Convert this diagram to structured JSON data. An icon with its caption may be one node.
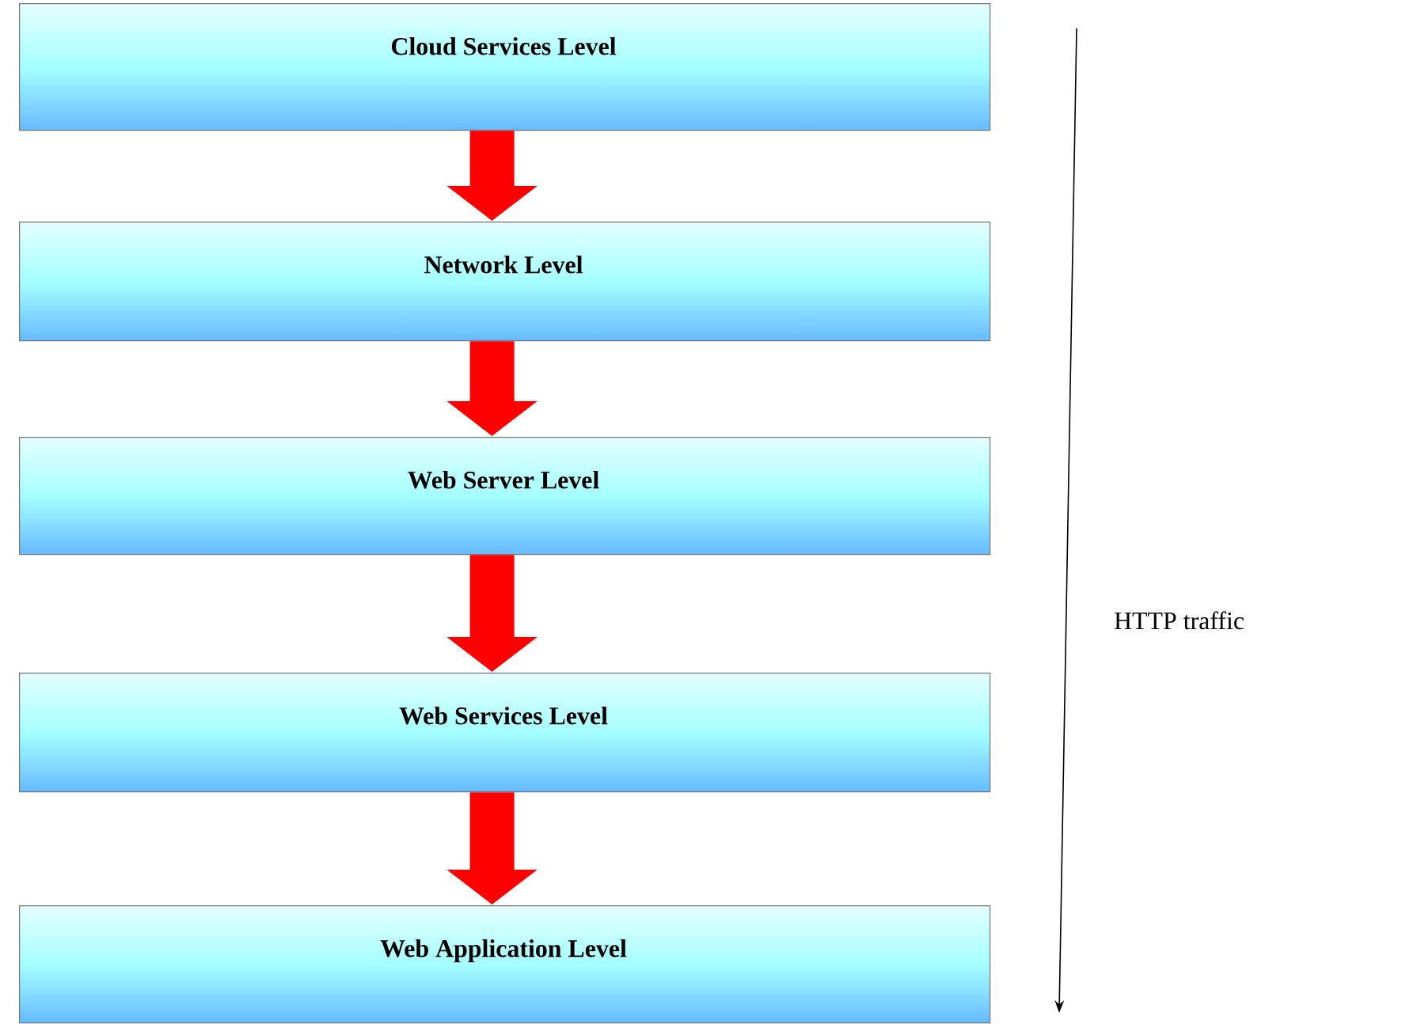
{
  "diagram": {
    "nodes": [
      {
        "text": [
          "Cloud Services Level"
        ]
      },
      {
        "text": [
          "Network Level"
        ]
      },
      {
        "text": [
          "Web Server Level"
        ]
      },
      {
        "text": [
          "Web Services Level"
        ]
      },
      {
        "text": [
          "Web Application Level"
        ]
      }
    ],
    "edges": [
      {
        "from": 0,
        "to": 1,
        "arrow": "to"
      },
      {
        "from": 1,
        "to": 2,
        "arrow": "to"
      },
      {
        "from": 2,
        "to": 3,
        "arrow": "to"
      },
      {
        "from": 3,
        "to": 4,
        "arrow": "to"
      }
    ],
    "labels": [
      "HTTP traffic"
    ]
  }
}
